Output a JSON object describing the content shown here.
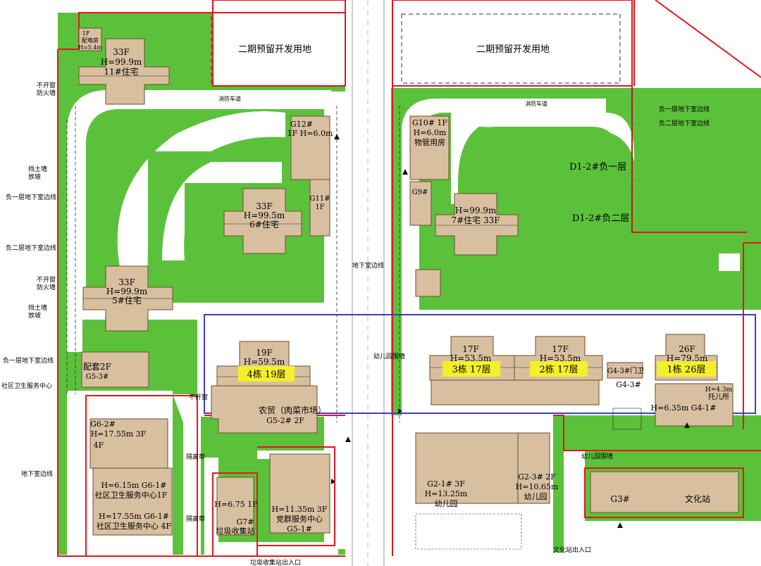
{
  "phase2_label": "二期预留开发用地",
  "fire_lane": "消防车道",
  "basement_labels": {
    "b1_edge": "负一层地下室边线",
    "b2_edge": "负二层地下室边线",
    "basement_edge": "地下室边线",
    "d1_2_b1": "D1-2#负一层",
    "d1_2_b2": "D1-2#负二层"
  },
  "side_labels": {
    "retaining_wall": "挡土墙",
    "slope": "放坡",
    "non_open_window": "不开窗",
    "fire_wall": "防火墙",
    "kindergarten_wall": "幼儿园围墙",
    "isolation_belt": "隔离带",
    "culture_station_entrance": "文化站出入口",
    "community_health": "社区卫生服务中心",
    "bottom_road": "垃圾收集站出入口",
    "g4_3": "G4-3#"
  },
  "buildings": [
    {
      "id": "b11",
      "lines": [
        "33F",
        "H=99.9m",
        "11#住宅"
      ]
    },
    {
      "id": "b6",
      "lines": [
        "33F",
        "H=99.5m",
        "6#住宅"
      ]
    },
    {
      "id": "b5",
      "lines": [
        "33F",
        "H=99.9m",
        "5#住宅"
      ]
    },
    {
      "id": "b7",
      "lines": [
        "H=99.9m",
        "7#住宅 33F"
      ]
    },
    {
      "id": "b4",
      "lines": [
        "19F",
        "H=59.5m"
      ]
    },
    {
      "id": "b3",
      "lines": [
        "17F",
        "H=53.5m"
      ]
    },
    {
      "id": "b2",
      "lines": [
        "17F",
        "H=53.5m"
      ]
    },
    {
      "id": "b1",
      "lines": [
        "26F",
        "H=79.5m"
      ]
    },
    {
      "id": "g12",
      "lines": [
        "G12#",
        "1F H=6.0m"
      ]
    },
    {
      "id": "g10",
      "lines": [
        "G10# 1F",
        "H=6.0m",
        "物管用房"
      ]
    },
    {
      "id": "g11",
      "lines": [
        "G11#",
        "1F"
      ]
    },
    {
      "id": "g9",
      "lines": [
        "G9#"
      ]
    },
    {
      "id": "pd",
      "lines": [
        "1F",
        "配电房",
        "H=5.4m"
      ]
    },
    {
      "id": "g5_3",
      "lines": [
        "配套2F",
        "G5-3#"
      ]
    },
    {
      "id": "g6_2",
      "lines": [
        "G6-2#",
        "H=17.55m 3F",
        "4F"
      ]
    },
    {
      "id": "g6_1",
      "lines": [
        "H=6.15m G6-1#",
        "社区卫生服务中心1F",
        "H=17.55m G6-1#",
        "社区卫生服务中心 4F"
      ]
    },
    {
      "id": "g5_2",
      "lines": [
        "农贸（肉菜市场）",
        "G5-2# 2F"
      ]
    },
    {
      "id": "g7",
      "lines": [
        "H=6.75 1F",
        "G7#",
        "垃圾收集站"
      ]
    },
    {
      "id": "g5_1",
      "lines": [
        "H=11.35m 3F",
        "党群服务中心",
        "G5-1#"
      ]
    },
    {
      "id": "g2_1",
      "lines": [
        "G2-1# 3F",
        "H=13.25m",
        "幼儿园"
      ]
    },
    {
      "id": "g2_3",
      "lines": [
        "G2-3# 2F",
        "H=10.65m",
        "幼儿园"
      ]
    },
    {
      "id": "g3",
      "lines": [
        "G3#",
        "文化站"
      ]
    },
    {
      "id": "g4_1",
      "lines": [
        "H=6.35m G4-1#"
      ]
    },
    {
      "id": "tuoer",
      "lines": [
        "H=4.3m",
        "托儿所"
      ]
    },
    {
      "id": "g4_3b",
      "lines": [
        "G4-3#门卫"
      ]
    }
  ],
  "highlights": [
    {
      "id": "h4",
      "text": "4栋  19层"
    },
    {
      "id": "h3",
      "text": "3栋  17层"
    },
    {
      "id": "h2",
      "text": "2栋  17层"
    },
    {
      "id": "h1",
      "text": "1栋  26层"
    }
  ],
  "colors": {
    "grass": "#5bc13a",
    "building": "#d8bfa0",
    "boundary": "#e8141e",
    "highlight_box": "#3d3fbf",
    "label_yellow": "#f5ef2a",
    "road": "#ffffff"
  }
}
